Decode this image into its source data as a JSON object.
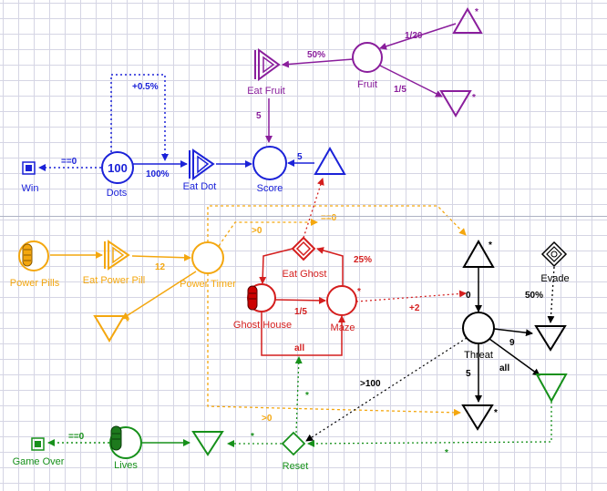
{
  "colors": {
    "purple": "#8a1e9c",
    "blue": "#1b22d8",
    "orange": "#f4a70f",
    "red": "#d41e1e",
    "black": "#000000",
    "green": "#16901a"
  },
  "nodes": {
    "fruit": "Fruit",
    "eat_fruit": "Eat Fruit",
    "dots": "Dots",
    "dots_value": "100",
    "win": "Win",
    "eat_dot": "Eat Dot",
    "score": "Score",
    "power_pills": "Power Pills",
    "eat_power_pill": "Eat Power Pill",
    "power_timer": "Power Timer",
    "eat_ghost": "Eat Ghost",
    "ghost_house": "Ghost House",
    "maze": "Maze",
    "threat": "Threat",
    "evade": "Evade",
    "reset": "Reset",
    "lives": "Lives",
    "game_over": "Game Over"
  },
  "edge_labels": {
    "fruit_spawn": "1/20",
    "fruit_to_eat_fruit": "50%",
    "fruit_to_drain": "1/5",
    "eat_fruit_score": "5",
    "dots_loop": "+0.5%",
    "dots_to_win": "==0",
    "dots_to_eat_dot": "100%",
    "source_to_score": "5",
    "timer_positive": ">0",
    "timer_zero": "==0",
    "eat_power_pill_timer": "12",
    "eat_ghost_chance": "25%",
    "ghost_house_maze": "1/5",
    "maze_to_threat": "+2",
    "reset_all": "all",
    "threat_to_reset": ">100",
    "threat_to_drain_a": "9",
    "threat_to_drain_b": "5",
    "threat_to_drain_c": "all",
    "evade_pct": "50%",
    "timer_positive_bottom": ">0",
    "lives_to_game_over": "==0"
  },
  "markers": {
    "star": "*"
  }
}
